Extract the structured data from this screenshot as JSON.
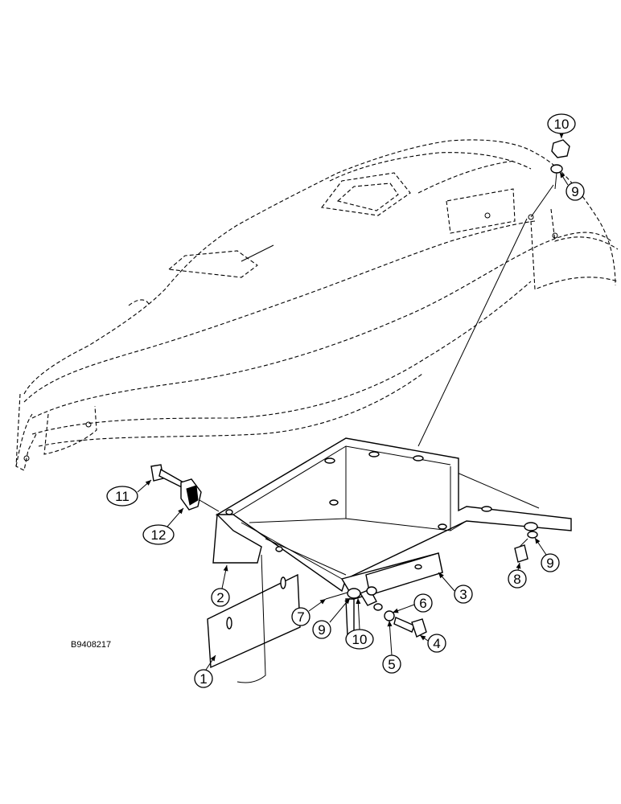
{
  "drawing_id": "B9408217",
  "callouts": [
    {
      "id": "c10a",
      "label": "10"
    },
    {
      "id": "c9a",
      "label": "9"
    },
    {
      "id": "c11",
      "label": "11"
    },
    {
      "id": "c12",
      "label": "12"
    },
    {
      "id": "c2",
      "label": "2"
    },
    {
      "id": "c7",
      "label": "7"
    },
    {
      "id": "c9b",
      "label": "9"
    },
    {
      "id": "c10b",
      "label": "10"
    },
    {
      "id": "c6",
      "label": "6"
    },
    {
      "id": "c3",
      "label": "3"
    },
    {
      "id": "c8",
      "label": "8"
    },
    {
      "id": "c9c",
      "label": "9"
    },
    {
      "id": "c4",
      "label": "4"
    },
    {
      "id": "c5",
      "label": "5"
    },
    {
      "id": "c1",
      "label": "1"
    }
  ]
}
